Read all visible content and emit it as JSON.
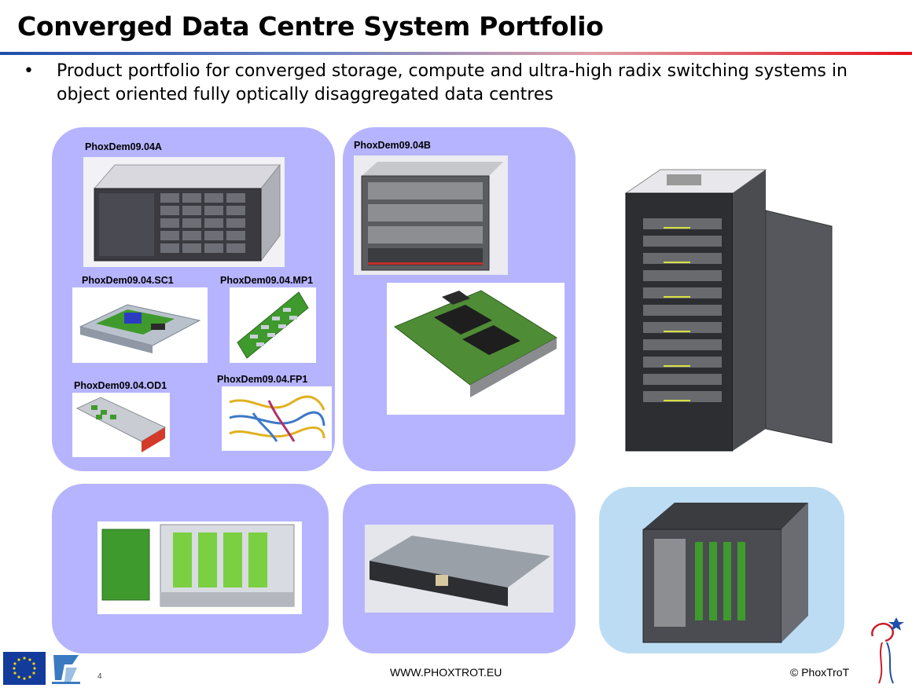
{
  "title": "Converged Data Centre System Portfolio",
  "bullet": {
    "symbol": "•",
    "text": "Product portfolio for converged storage, compute and ultra-high radix switching systems in object oriented fully optically disaggregated data centres"
  },
  "products": {
    "a": "PhoxDem09.04A",
    "b": "PhoxDem09.04B",
    "sc1": "PhoxDem09.04.SC1",
    "mp1": "PhoxDem09.04.MP1",
    "od1": "PhoxDem09.04.OD1",
    "fp1": "PhoxDem09.04.FP1"
  },
  "footer": {
    "url": "WWW.PHOXTROT.EU",
    "page_number": "4",
    "copyright": "© PhoxTroT"
  },
  "colors": {
    "panel_purple": "#b6b4ff",
    "panel_blue": "#bcdcf4",
    "rule_blue": "#1f4ea8",
    "rule_red": "#e4101c",
    "pcb_green": "#3f9a2e"
  },
  "icons": {
    "eu": "eu-flag-icon",
    "fp7": "fp7-logo-icon",
    "phoxtrot": "phoxtrot-logo-icon"
  }
}
